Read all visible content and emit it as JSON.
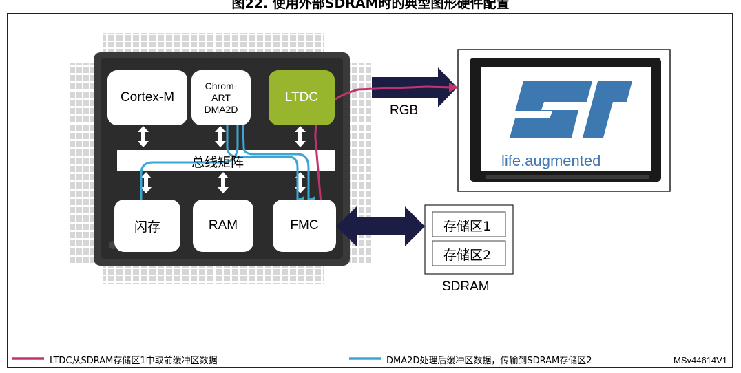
{
  "title": "图22. 使用外部SDRAM时的典型图形硬件配置",
  "blocks": {
    "cortex": "Cortex-M",
    "dma2d_line1": "Chrom-",
    "dma2d_line2": "ART",
    "dma2d_line3": "DMA2D",
    "ltdc": "LTDC",
    "bus": "总线矩阵",
    "flash": "闪存",
    "ram": "RAM",
    "fmc": "FMC"
  },
  "rgb_label": "RGB",
  "display": {
    "logo_text": "life.augmented"
  },
  "sdram": {
    "bank1": "存储区1",
    "bank2": "存储区2",
    "label": "SDRAM"
  },
  "legend": {
    "ltdc_path": "LTDC从SDRAM存储区1中取前缓冲区数据",
    "dma2d_path": "DMA2D处理后缓冲区数据，传输到SDRAM存储区2"
  },
  "figure_id": "MSv44614V1",
  "colors": {
    "ltdc_path": "#c2336e",
    "dma2d_path": "#3aa6d5",
    "ltdc_block": "#98b52e",
    "arrow_dark": "#1b1d44",
    "chip": "#3a3a3a"
  }
}
